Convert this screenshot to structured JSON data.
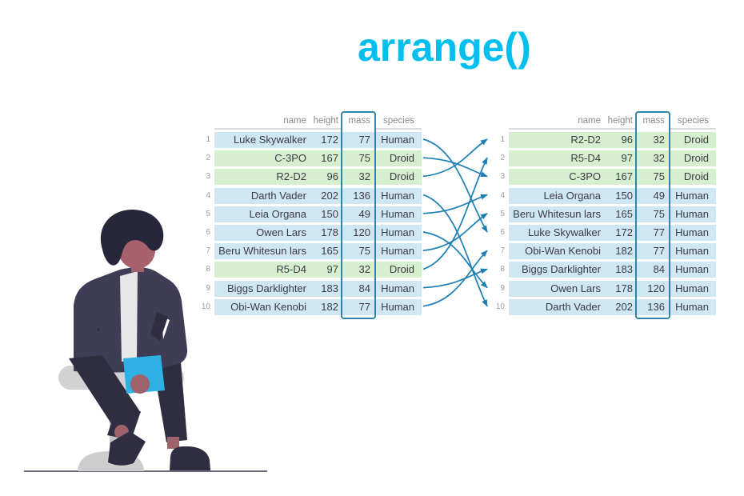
{
  "title": {
    "text": "arrange()"
  },
  "colors": {
    "title": "#00bfef",
    "human_row": "#cfe6f3",
    "droid_row": "#d6efce",
    "mass_box": "#2e86ad",
    "arrow": "#1b7eb5",
    "header_text": "#8a8a92",
    "row_text": "#3b3b45",
    "row_number": "#9b9ba1"
  },
  "tables": {
    "left": {
      "columns": [
        "name",
        "height",
        "mass",
        "species"
      ],
      "highlighted_column": "mass",
      "rows": [
        {
          "n": "1",
          "name": "Luke Skywalker",
          "height": "172",
          "mass": "77",
          "species": "Human"
        },
        {
          "n": "2",
          "name": "C-3PO",
          "height": "167",
          "mass": "75",
          "species": "Droid"
        },
        {
          "n": "3",
          "name": "R2-D2",
          "height": "96",
          "mass": "32",
          "species": "Droid"
        },
        {
          "n": "4",
          "name": "Darth Vader",
          "height": "202",
          "mass": "136",
          "species": "Human"
        },
        {
          "n": "5",
          "name": "Leia Organa",
          "height": "150",
          "mass": "49",
          "species": "Human"
        },
        {
          "n": "6",
          "name": "Owen Lars",
          "height": "178",
          "mass": "120",
          "species": "Human"
        },
        {
          "n": "7",
          "name": "Beru Whitesun lars",
          "height": "165",
          "mass": "75",
          "species": "Human"
        },
        {
          "n": "8",
          "name": "R5-D4",
          "height": "97",
          "mass": "32",
          "species": "Droid"
        },
        {
          "n": "9",
          "name": "Biggs Darklighter",
          "height": "183",
          "mass": "84",
          "species": "Human"
        },
        {
          "n": "10",
          "name": "Obi-Wan Kenobi",
          "height": "182",
          "mass": "77",
          "species": "Human"
        }
      ]
    },
    "right": {
      "columns": [
        "name",
        "height",
        "mass",
        "species"
      ],
      "highlighted_column": "mass",
      "rows": [
        {
          "n": "1",
          "name": "R2-D2",
          "height": "96",
          "mass": "32",
          "species": "Droid"
        },
        {
          "n": "2",
          "name": "R5-D4",
          "height": "97",
          "mass": "32",
          "species": "Droid"
        },
        {
          "n": "3",
          "name": "C-3PO",
          "height": "167",
          "mass": "75",
          "species": "Droid"
        },
        {
          "n": "4",
          "name": "Leia Organa",
          "height": "150",
          "mass": "49",
          "species": "Human"
        },
        {
          "n": "5",
          "name": "Beru Whitesun lars",
          "height": "165",
          "mass": "75",
          "species": "Human"
        },
        {
          "n": "6",
          "name": "Luke Skywalker",
          "height": "172",
          "mass": "77",
          "species": "Human"
        },
        {
          "n": "7",
          "name": "Obi-Wan Kenobi",
          "height": "182",
          "mass": "77",
          "species": "Human"
        },
        {
          "n": "8",
          "name": "Biggs Darklighter",
          "height": "183",
          "mass": "84",
          "species": "Human"
        },
        {
          "n": "9",
          "name": "Owen Lars",
          "height": "178",
          "mass": "120",
          "species": "Human"
        },
        {
          "n": "10",
          "name": "Darth Vader",
          "height": "202",
          "mass": "136",
          "species": "Human"
        }
      ]
    }
  },
  "arrows": {
    "mapping": [
      [
        1,
        6
      ],
      [
        2,
        3
      ],
      [
        3,
        1
      ],
      [
        4,
        10
      ],
      [
        5,
        4
      ],
      [
        6,
        9
      ],
      [
        7,
        5
      ],
      [
        8,
        2
      ],
      [
        9,
        8
      ],
      [
        10,
        7
      ]
    ]
  }
}
